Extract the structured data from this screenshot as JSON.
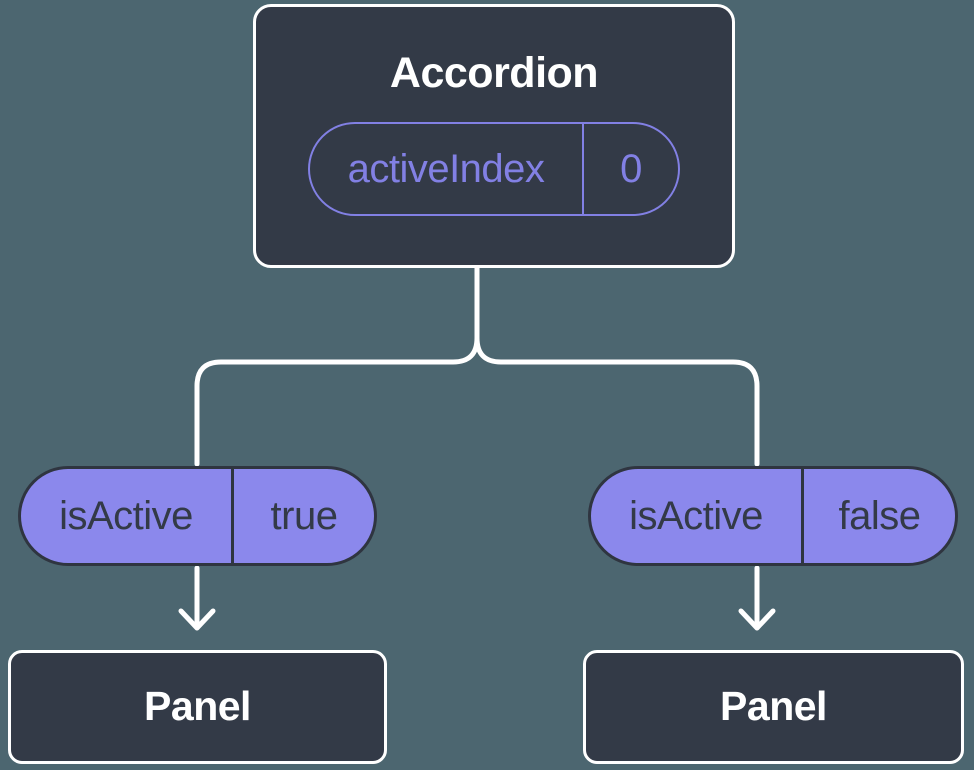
{
  "diagram": {
    "root": {
      "title": "Accordion",
      "state": {
        "name": "activeIndex",
        "value": "0"
      }
    },
    "children": [
      {
        "prop": {
          "name": "isActive",
          "value": "true"
        },
        "node": {
          "title": "Panel"
        }
      },
      {
        "prop": {
          "name": "isActive",
          "value": "false"
        },
        "node": {
          "title": "Panel"
        }
      }
    ]
  },
  "theme": {
    "background": "#4C6670",
    "node_fill": "#333A47",
    "node_border": "#FFFFFF",
    "node_text": "#FFFFFF",
    "connector": "#FFFFFF",
    "state_accent": "#8280E4",
    "prop_fill": "#8B88EC",
    "prop_border": "#2F3540",
    "prop_text": "#333A47"
  }
}
